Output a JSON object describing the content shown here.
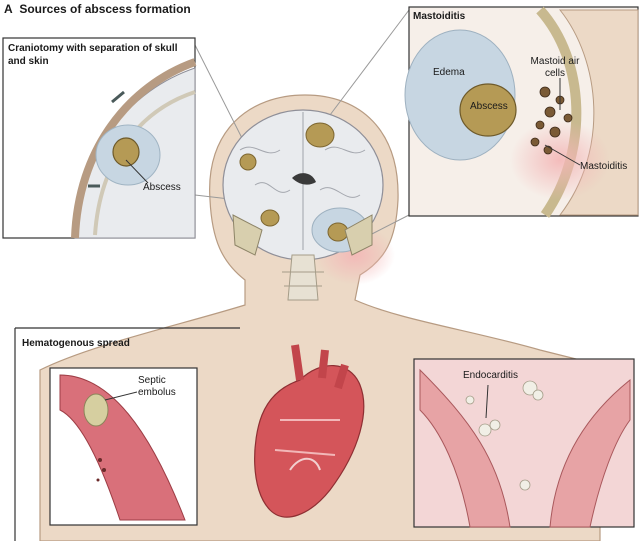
{
  "figure": {
    "panel_letter": "A",
    "panel_title": "Sources of abscess formation"
  },
  "craniotomy": {
    "title": "Craniotomy with separation of skull and skin",
    "abscess_label": "Abscess"
  },
  "mastoiditis": {
    "title": "Mastoiditis",
    "edema_label": "Edema",
    "air_cells_label": "Mastoid air cells",
    "abscess_label": "Abscess",
    "mastoiditis_label": "Mastoiditis"
  },
  "hematogenous": {
    "title": "Hematogenous spread",
    "embolus_label": "Septic embolus",
    "endocarditis_label": "Endocarditis"
  },
  "colors": {
    "skin": "#ecd9c6",
    "brain": "#e9ebee",
    "edema": "#c7d6e2",
    "abscess": "#b59a55",
    "heart": "#d4555a",
    "vessel": "#d9707a"
  }
}
